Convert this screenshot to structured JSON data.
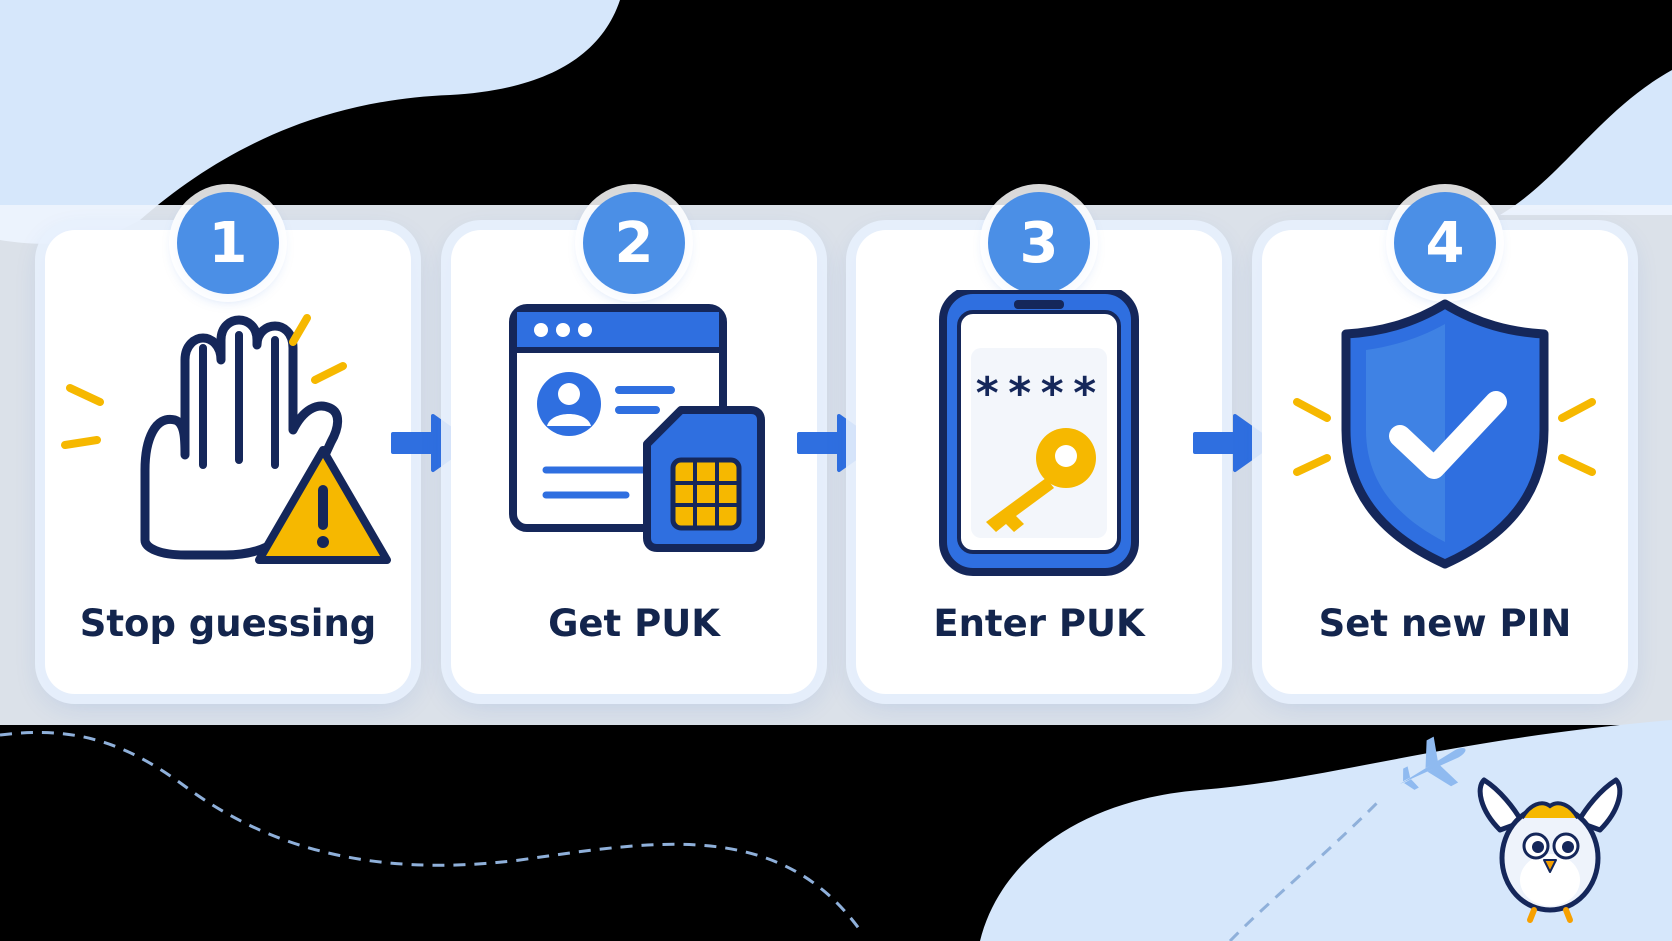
{
  "steps": [
    {
      "number": "1",
      "label": "Stop guessing",
      "icon": "raised-hand-warning-icon"
    },
    {
      "number": "2",
      "label": "Get PUK",
      "icon": "account-sim-card-icon"
    },
    {
      "number": "3",
      "label": "Enter PUK",
      "icon": "phone-key-icon"
    },
    {
      "number": "4",
      "label": "Set new PIN",
      "icon": "shield-check-icon"
    }
  ],
  "phone_screen": {
    "masked_code": "****"
  },
  "colors": {
    "accent_blue": "#2f6fe0",
    "badge_blue": "#4b8fe6",
    "navy": "#13254d",
    "yellow": "#f6b800",
    "card_background": "#ffffff"
  },
  "decor": {
    "mascot": "owl-mascot-icon",
    "plane": "airplane-icon"
  }
}
